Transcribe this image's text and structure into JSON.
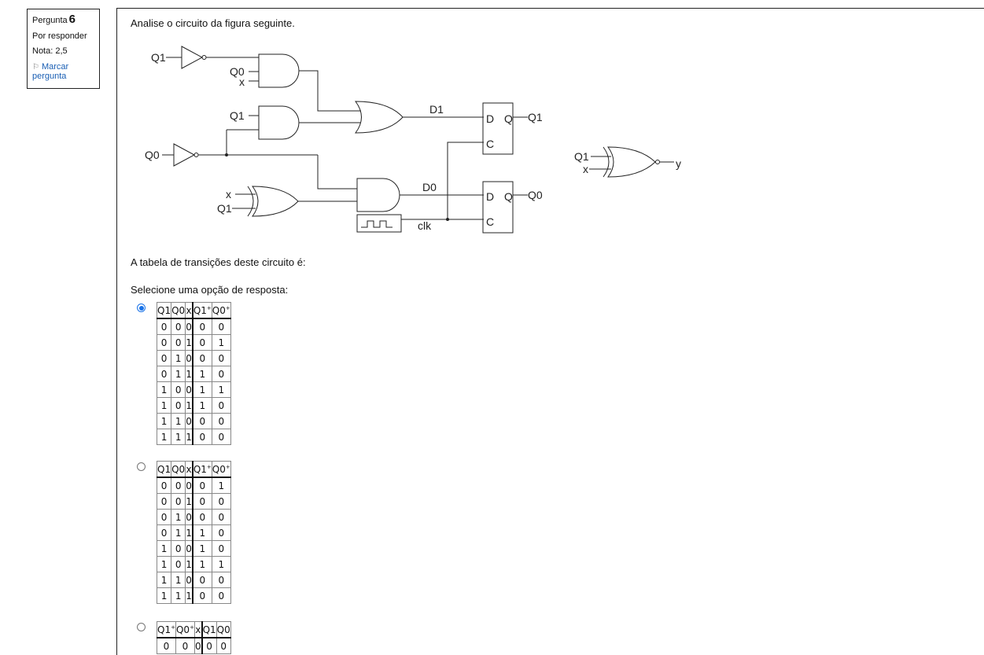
{
  "info": {
    "question_label": "Pergunta",
    "question_number": "6",
    "status": "Por responder",
    "grade": "Nota: 2,5",
    "flag_label": "Marcar pergunta"
  },
  "prompt": {
    "intro": "Analise o circuito da figura seguinte.",
    "table_question": "A tabela de transições deste circuito é:",
    "select_label": "Selecione uma opção de resposta:"
  },
  "circuit": {
    "labels": [
      "Q1",
      "Q0",
      "x",
      "Q1",
      "Q0",
      "x",
      "Q1",
      "D1",
      "D0",
      "clk",
      "D",
      "Q",
      "C",
      "D",
      "Q",
      "C",
      "Q1",
      "Q0",
      "Q1",
      "x",
      "y"
    ]
  },
  "options": [
    {
      "selected": true,
      "header": [
        "Q1",
        "Q0",
        "x",
        "Q1",
        "Q0"
      ],
      "header_sup": [
        "",
        "",
        "",
        "+",
        "+"
      ],
      "rows": [
        [
          "0",
          "0",
          "0",
          "0",
          "0"
        ],
        [
          "0",
          "0",
          "1",
          "0",
          "1"
        ],
        [
          "0",
          "1",
          "0",
          "0",
          "0"
        ],
        [
          "0",
          "1",
          "1",
          "1",
          "0"
        ],
        [
          "1",
          "0",
          "0",
          "1",
          "1"
        ],
        [
          "1",
          "0",
          "1",
          "1",
          "0"
        ],
        [
          "1",
          "1",
          "0",
          "0",
          "0"
        ],
        [
          "1",
          "1",
          "1",
          "0",
          "0"
        ]
      ]
    },
    {
      "selected": false,
      "header": [
        "Q1",
        "Q0",
        "x",
        "Q1",
        "Q0"
      ],
      "header_sup": [
        "",
        "",
        "",
        "+",
        "+"
      ],
      "rows": [
        [
          "0",
          "0",
          "0",
          "0",
          "1"
        ],
        [
          "0",
          "0",
          "1",
          "0",
          "0"
        ],
        [
          "0",
          "1",
          "0",
          "0",
          "0"
        ],
        [
          "0",
          "1",
          "1",
          "1",
          "0"
        ],
        [
          "1",
          "0",
          "0",
          "1",
          "0"
        ],
        [
          "1",
          "0",
          "1",
          "1",
          "1"
        ],
        [
          "1",
          "1",
          "0",
          "0",
          "0"
        ],
        [
          "1",
          "1",
          "1",
          "0",
          "0"
        ]
      ]
    },
    {
      "selected": false,
      "header": [
        "Q1",
        "Q0",
        "x",
        "Q1",
        "Q0"
      ],
      "header_sup": [
        "+",
        "+",
        "",
        "",
        ""
      ],
      "rows": [
        [
          "0",
          "0",
          "0",
          "0",
          "0"
        ]
      ]
    }
  ]
}
